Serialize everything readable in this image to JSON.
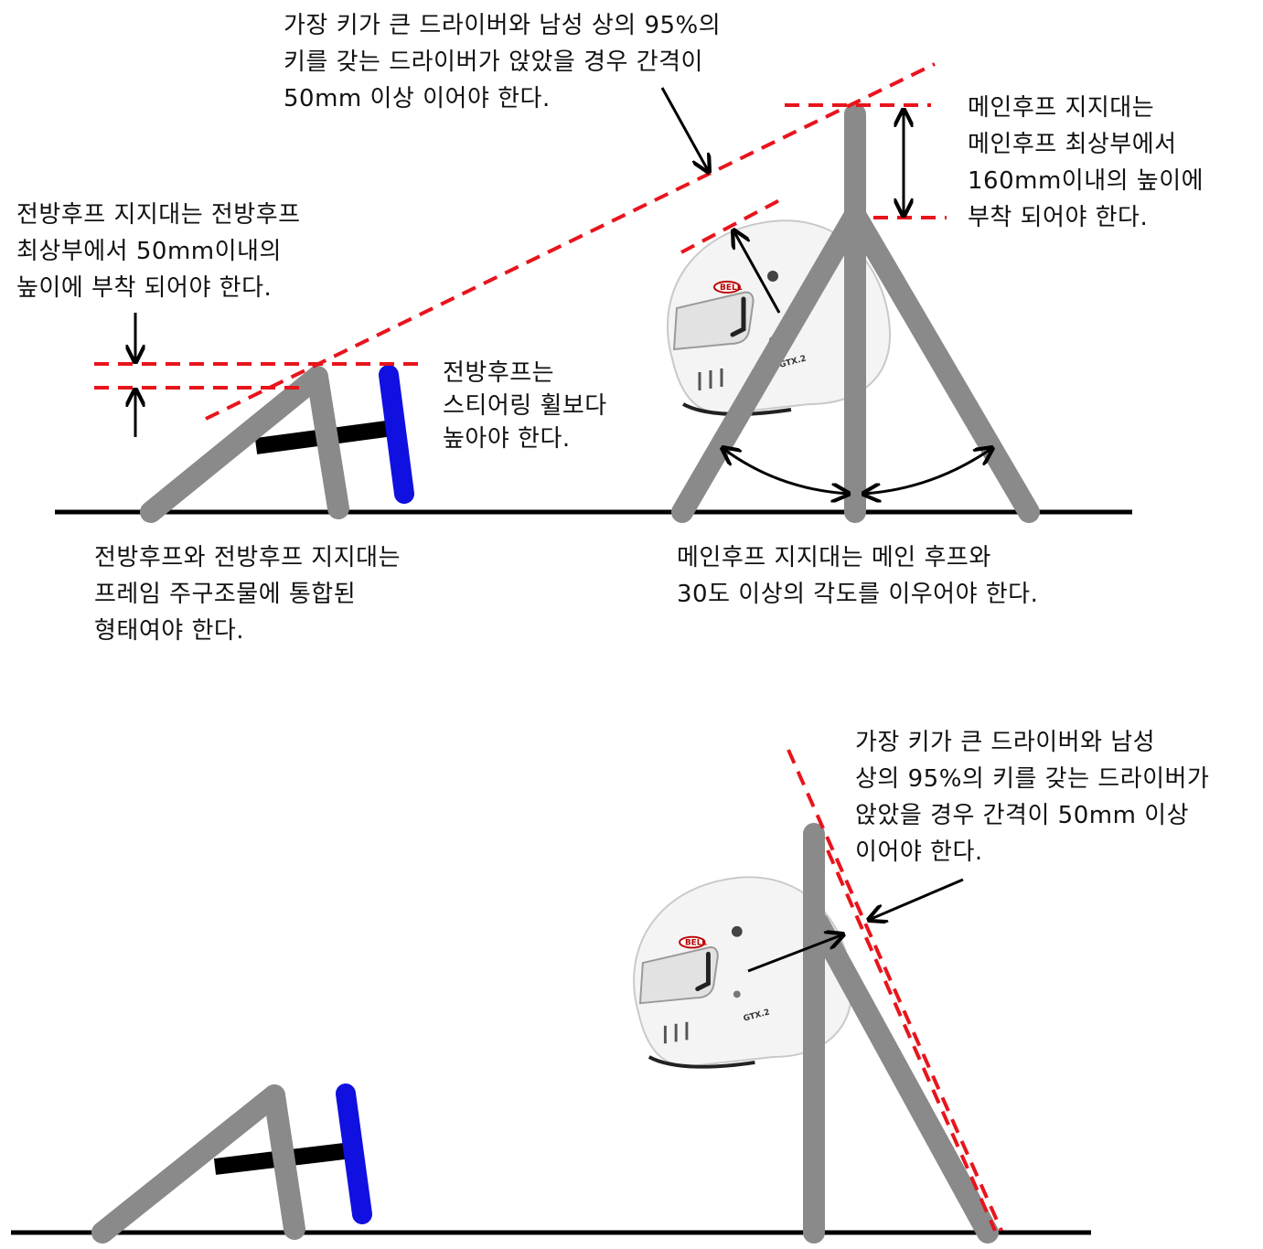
{
  "annotations": {
    "shoulder_line_top": "가장 키가 큰 드라이버와 남성 상의 95%의\n키를 갖는 드라이버가 앉았을 경우 간격이\n50mm 이상 이어야 한다.",
    "main_brace_height": "메인후프 지지대는\n메인후프 최상부에서\n160mm이내의 높이에\n부착 되어야 한다.",
    "front_brace_height": "전방후프 지지대는 전방후프\n최상부에서 50mm이내의\n높이에 부착 되어야 한다.",
    "front_hoop_vs_wheel": "전방후프는\n스티어링 휠보다\n높아야 한다.",
    "front_integration": "전방후프와 전방후프 지지대는\n프레임 주구조물에 통합된\n형태여야 한다.",
    "main_brace_angle": "메인후프 지지대는 메인 후프와\n30도 이상의 각도를 이우어야 한다.",
    "shoulder_line_bottom": "가장 키가 큰 드라이버와 남성\n상의 95%의 키를 갖는 드라이버가\n앉았을 경우 간격이 50mm 이상\n이어야 한다."
  },
  "helmet": {
    "brand": "BELL",
    "model": "GTX.2"
  },
  "colors": {
    "frame": "#8a8a8a",
    "dashed_line": "#e8141c",
    "steering_wheel": "#1010e0",
    "ground": "#000000",
    "arrow": "#000000"
  }
}
